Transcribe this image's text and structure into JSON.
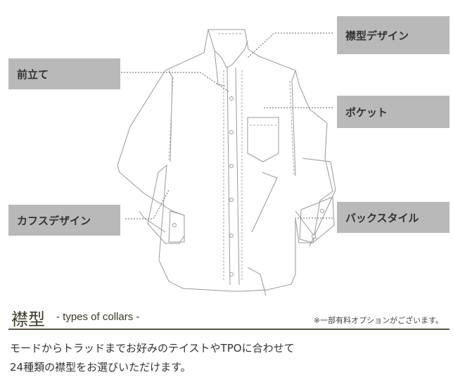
{
  "labels": {
    "collar_design": "襟型デザイン",
    "placket": "前立て",
    "pocket": "ポケット",
    "cuff_design": "カフスデザイン",
    "back_style": "バックスタイル"
  },
  "section": {
    "title": "襟型",
    "subtitle": "- types of collars -",
    "note": "※一部有料オプションがございます。",
    "description_line1": "モードからトラッドまでお好みのテイストやTPOに合わせて",
    "description_line2": "24種類の襟型をお選びいただけます。"
  },
  "colors": {
    "label_bg": "#b9b9b9",
    "heading": "#3a3828",
    "rule": "#5a5648"
  }
}
